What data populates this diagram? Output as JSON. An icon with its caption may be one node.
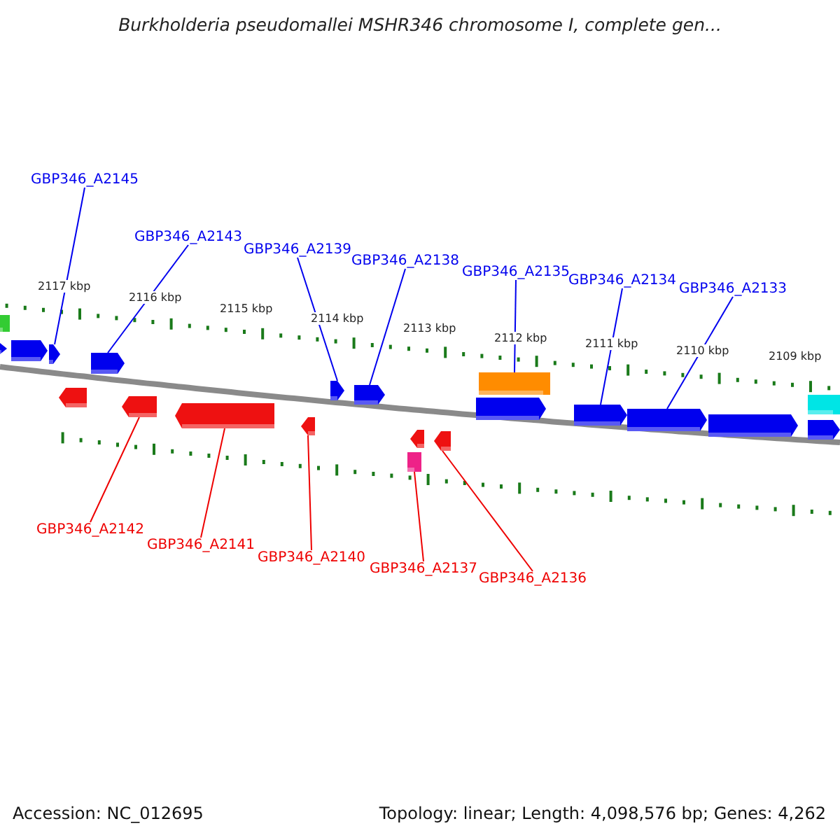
{
  "diagram": {
    "title": "Burkholderia pseudomallei MSHR346 chromosome I, complete gen...",
    "nodes": [
      {
        "text": [
          "GBP346_A2145"
        ]
      },
      {
        "text": [
          "GBP346_A2143"
        ]
      },
      {
        "text": [
          "GBP346_A2139"
        ]
      },
      {
        "text": [
          "GBP346_A2138"
        ]
      },
      {
        "text": [
          "GBP346_A2135"
        ]
      },
      {
        "text": [
          "GBP346_A2134"
        ]
      },
      {
        "text": [
          "GBP346_A2133"
        ]
      },
      {
        "text": [
          "GBP346_A2142"
        ]
      },
      {
        "text": [
          "GBP346_A2141"
        ]
      },
      {
        "text": [
          "GBP346_A2140"
        ]
      },
      {
        "text": [
          "GBP346_A2137"
        ]
      },
      {
        "text": [
          "GBP346_A2136"
        ]
      },
      {
        "text": [],
        "shape": "box"
      },
      {
        "text": [],
        "shape": "arrow"
      },
      {
        "text": [],
        "shape": "arrow"
      },
      {
        "text": [],
        "shape": "arrow"
      },
      {
        "text": [],
        "shape": "arrow"
      },
      {
        "text": [],
        "shape": "arrow"
      },
      {
        "text": [],
        "shape": "arrow"
      },
      {
        "text": [],
        "shape": "arrow"
      },
      {
        "text": [],
        "shape": "arrow"
      },
      {
        "text": [],
        "shape": "arrow"
      },
      {
        "text": [],
        "shape": "arrow"
      },
      {
        "text": [],
        "shape": "box"
      },
      {
        "text": [],
        "shape": "arrow"
      },
      {
        "text": [],
        "shape": "arrow"
      },
      {
        "text": [],
        "shape": "arrow"
      },
      {
        "text": [],
        "shape": "box"
      },
      {
        "text": [],
        "shape": "arrow"
      },
      {
        "text": [],
        "shape": "arrow"
      },
      {
        "text": [],
        "shape": "arrow"
      },
      {
        "text": [],
        "shape": "box"
      },
      {
        "text": [],
        "shape": "arrow"
      }
    ],
    "edges": [
      {
        "from": 0,
        "to": 15,
        "arrow": "none"
      },
      {
        "from": 1,
        "to": 17,
        "arrow": "none"
      },
      {
        "from": 2,
        "to": 21,
        "arrow": "none"
      },
      {
        "from": 3,
        "to": 22,
        "arrow": "none"
      },
      {
        "from": 4,
        "to": 27,
        "arrow": "none"
      },
      {
        "from": 5,
        "to": 28,
        "arrow": "none"
      },
      {
        "from": 6,
        "to": 29,
        "arrow": "none"
      },
      {
        "from": 7,
        "to": 18,
        "arrow": "none",
        "color": "#ee0000"
      },
      {
        "from": 8,
        "to": 19,
        "arrow": "none",
        "color": "#ee0000"
      },
      {
        "from": 9,
        "to": 20,
        "arrow": "none",
        "color": "#ee0000"
      },
      {
        "from": 10,
        "to": 23,
        "arrow": "none",
        "color": "#ee0000"
      },
      {
        "from": 11,
        "to": 25,
        "arrow": "none",
        "color": "#ee0000"
      }
    ],
    "labels": [
      "2117 kbp",
      "2116 kbp",
      "2115 kbp",
      "2114 kbp",
      "2113 kbp",
      "2112 kbp",
      "2111 kbp",
      "2110 kbp",
      "2109 kbp",
      "Accession: NC_012695",
      "Topology: linear; Length: 4,098,576 bp; Genes: 4,262"
    ]
  }
}
